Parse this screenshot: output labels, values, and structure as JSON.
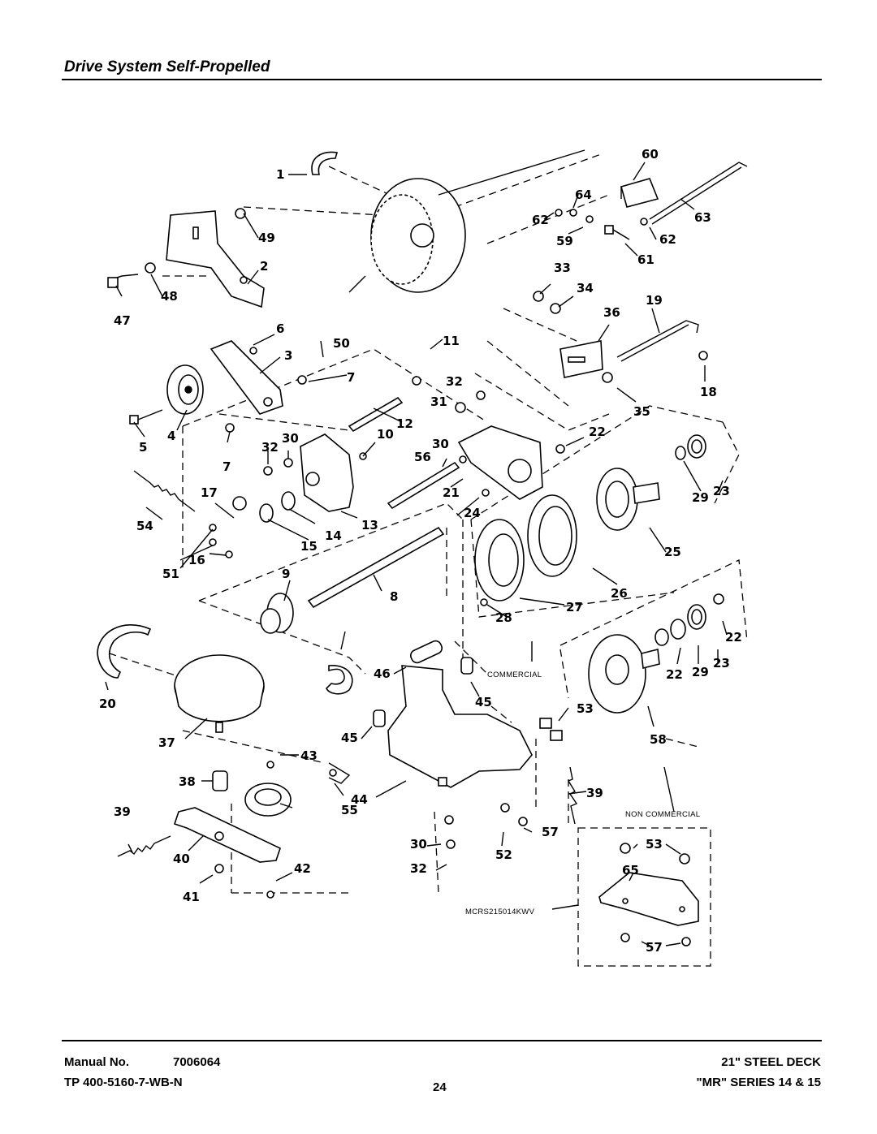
{
  "page": {
    "title": "Drive System Self-Propelled"
  },
  "diagram": {
    "callouts": [
      "1",
      "2",
      "3",
      "4",
      "5",
      "6",
      "7",
      "8",
      "9",
      "10",
      "11",
      "12",
      "13",
      "14",
      "15",
      "16",
      "17",
      "18",
      "19",
      "20",
      "21",
      "22",
      "23",
      "24",
      "25",
      "26",
      "27",
      "28",
      "29",
      "30",
      "31",
      "32",
      "33",
      "34",
      "35",
      "36",
      "37",
      "38",
      "39",
      "40",
      "41",
      "42",
      "43",
      "44",
      "45",
      "46",
      "47",
      "48",
      "49",
      "50",
      "51",
      "52",
      "53",
      "54",
      "55",
      "56",
      "57",
      "58",
      "59",
      "60",
      "61",
      "62",
      "63",
      "64",
      "65"
    ],
    "notes": {
      "commercial": "COMMERCIAL",
      "non_commercial": "NON COMMERCIAL",
      "model": "MCRS215014KWV"
    }
  },
  "footer": {
    "manual_label": "Manual No.",
    "manual_number": "7006064",
    "tp_number": "TP 400-5160-7-WB-N",
    "page_number": "24",
    "deck": "21\" STEEL DECK",
    "series": "\"MR\" SERIES 14 & 15"
  }
}
